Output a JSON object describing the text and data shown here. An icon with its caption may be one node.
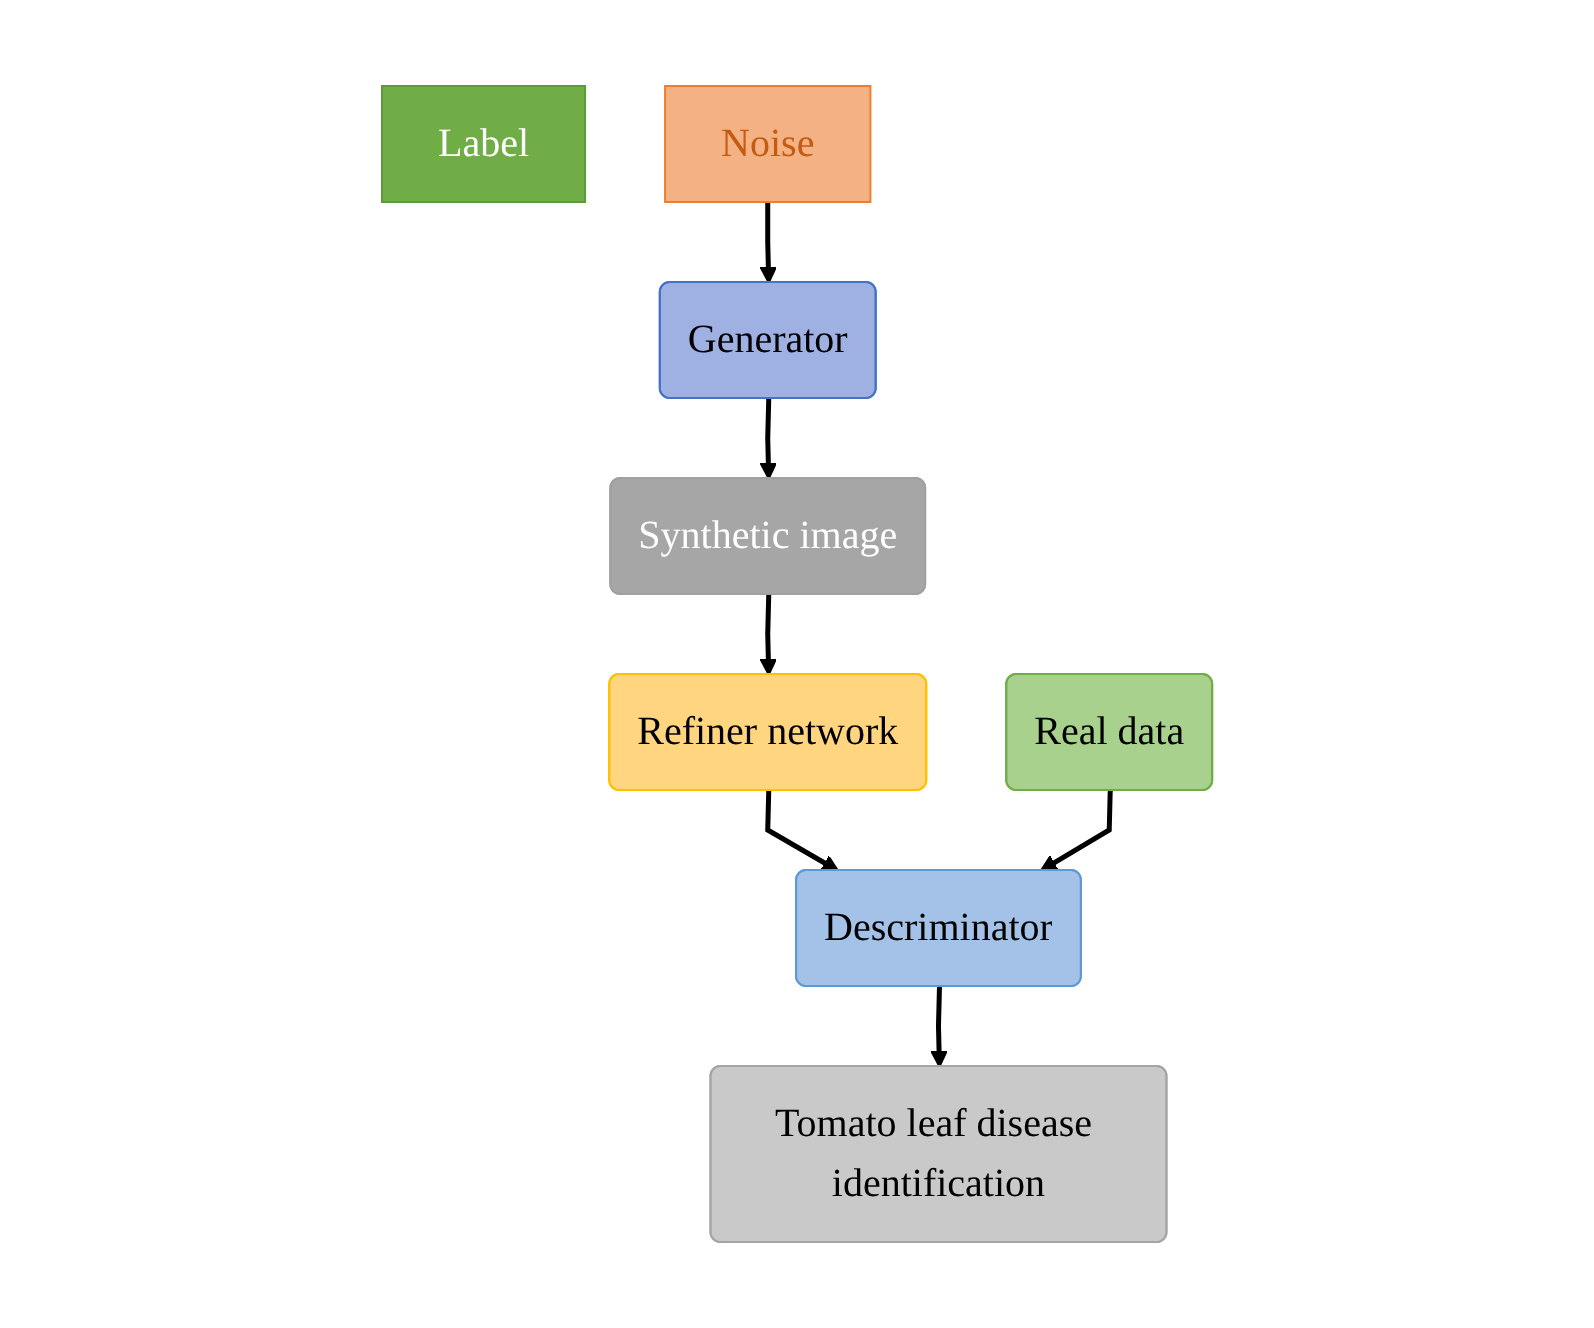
{
  "diagram": {
    "nodes": [
      {
        "text": [
          "Label"
        ]
      },
      {
        "text": [
          "Noise"
        ]
      },
      {
        "text": [
          "Generator"
        ]
      },
      {
        "text": [
          "Synthetic image"
        ]
      },
      {
        "text": [
          "Real data"
        ]
      },
      {
        "text": [
          "Refiner network"
        ]
      },
      {
        "text": [
          "Tomato leaf disease identification"
        ]
      },
      {
        "text": [
          "Descriminator"
        ]
      }
    ],
    "edges": [
      {
        "from": 1,
        "to": 2,
        "arrow": "to"
      },
      {
        "from": 2,
        "to": 3,
        "arrow": "to"
      },
      {
        "from": 3,
        "to": 5,
        "arrow": "to"
      },
      {
        "from": 5,
        "to": 7,
        "arrow": "to"
      },
      {
        "from": 4,
        "to": 7,
        "arrow": "to"
      },
      {
        "from": 7,
        "to": 6,
        "arrow": "to"
      }
    ]
  }
}
